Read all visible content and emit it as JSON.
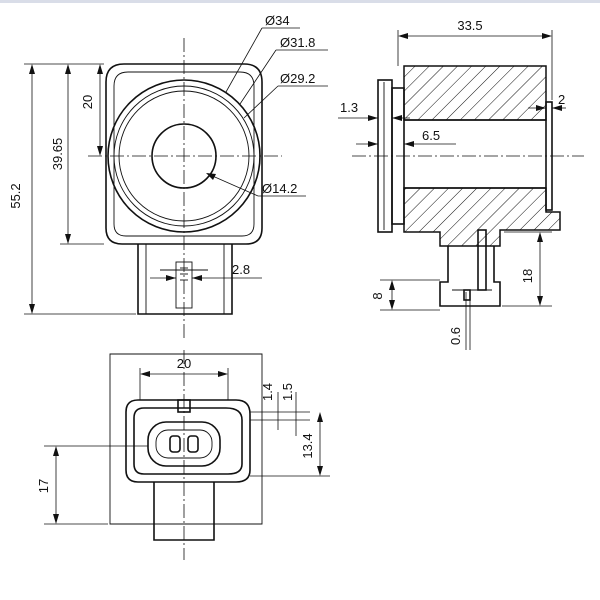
{
  "dimensions": {
    "d34": "Ø34",
    "d31_8": "Ø31.8",
    "d29_2": "Ø29.2",
    "d14_2": "Ø14.2",
    "h20_top": "20",
    "h39_65": "39.65",
    "h55_2": "55.2",
    "w2_8": "2.8",
    "w33_5": "33.5",
    "t1_3": "1.3",
    "t6_5": "6.5",
    "t2": "2",
    "h8": "8",
    "h18": "18",
    "h0_6": "0.6",
    "w20_bottom": "20",
    "t1_4": "1.4",
    "t1_5": "1.5",
    "h13_4": "13.4",
    "h17": "17"
  }
}
